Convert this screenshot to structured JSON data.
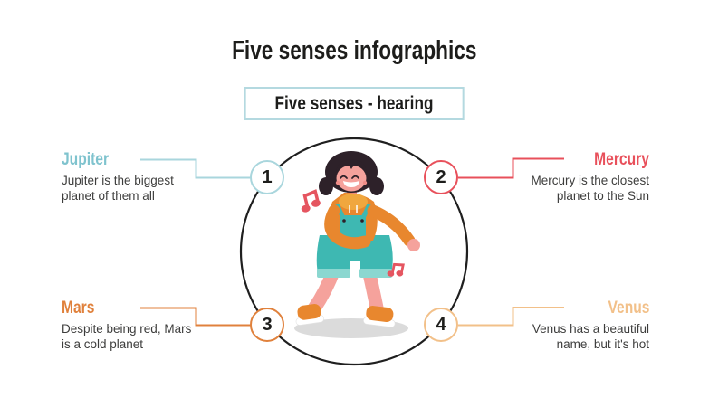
{
  "slide": {
    "title": "Five senses infographics",
    "subtitle": "Five senses - hearing"
  },
  "callouts": [
    {
      "id": "jupiter",
      "number": "1",
      "position": "top-left",
      "title": "Jupiter",
      "description_lines": [
        "Jupiter is the biggest",
        "planet of them all"
      ],
      "color": "#7fc3ce",
      "line_color": "#a9d6dd"
    },
    {
      "id": "mercury",
      "number": "2",
      "position": "top-right",
      "title": "Mercury",
      "description_lines": [
        "Mercury is the closest",
        "planet to the Sun"
      ],
      "color": "#e8505b",
      "line_color": "#e8505b"
    },
    {
      "id": "mars",
      "number": "3",
      "position": "bottom-left",
      "title": "Mars",
      "description_lines": [
        "Despite being red, Mars",
        "is a cold planet"
      ],
      "color": "#e0813c",
      "line_color": "#e0813c"
    },
    {
      "id": "venus",
      "number": "4",
      "position": "bottom-right",
      "title": "Venus",
      "description_lines": [
        "Venus has a beautiful",
        "name, but it's hot"
      ],
      "color": "#f2c089",
      "line_color": "#f2c089"
    }
  ],
  "icons": {
    "music_note": "music-note"
  },
  "colors": {
    "background": "#ffffff",
    "text_dark": "#1d1d1b",
    "body_text": "#3d3d3c",
    "subtitle_border": "#b4d9e0",
    "circle_stroke": "#1f1f1f",
    "shadow": "#dbdbdb",
    "skin": "#f5a29c",
    "skin_dark": "#ef8d88",
    "hair": "#2d2129",
    "jacket": "#e8872e",
    "hood": "#f0a73e",
    "overalls": "#3eb8b2",
    "overalls_light": "#8bd7d0",
    "sole": "#ffffff",
    "note": "#e55560"
  }
}
